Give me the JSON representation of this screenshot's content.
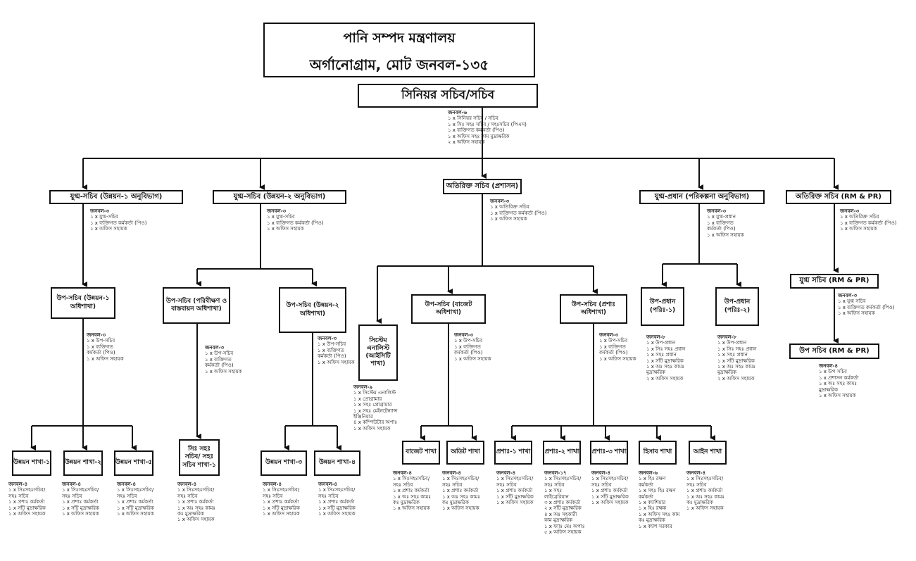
{
  "title": {
    "line1": "পানি সম্পদ মন্ত্রণালয়",
    "line2": "অর্গানোগ্রাম, মোট জনবল-১৩৫"
  },
  "secretary": {
    "label": "সিনিয়র সচিব/সচিব",
    "staff": [
      "জনবল-৬",
      "১ x সিনিয়র সচিব / সচিব",
      "১ x সিঃ সহঃ সচিব / সহঃসচিব (পিএস)",
      "১ x ব্যক্তিগত কর্মকর্তা (পিও)",
      "১ x অফিস সহঃ কাম মুদ্রাক্ষরিক",
      "২ x অফিস সহায়ক"
    ]
  },
  "level2": [
    {
      "label": "যুগ্ম-সচিব (উন্নয়ন-১ অনুবিভাগ)",
      "staff": [
        "জনবল-৩",
        "১ x যুগ্ম-সচিব",
        "১ x ব্যক্তিগত কর্মকর্তা (পিও)",
        "১ x অফিস সহায়ক"
      ]
    },
    {
      "label": "যুগ্ম-সচিব (উন্নয়ন-২ অনুবিভাগ)",
      "staff": [
        "জনবল-৩",
        "১ x যুগ্ম-সচিব",
        "১ x ব্যক্তিগত কর্মকর্তা (পিও)",
        "১ x অফিস সহায়ক"
      ]
    },
    {
      "label": "অতিরিক্ত সচিব (প্রশাসন)",
      "staff": [
        "জনবল-৩",
        "১ x অতিরিক্ত সচিব",
        "১ x ব্যক্তিগত কর্মকর্তা (পিও)",
        "১ x অফিস সহায়ক"
      ]
    },
    {
      "label": "যুগ্ম-প্রধান (পরিকল্পনা অনুবিভাগ)",
      "staff": [
        "জনবল-৩",
        "১ x যুগ্ম-প্রধান",
        "১ x ব্যক্তিগত",
        "কর্মকর্তা (পিও)",
        "১ x অফিস সহায়ক"
      ]
    },
    {
      "label": "অতিরিক্ত সচিব (RM & PR)",
      "staff": [
        "জনবল-৩",
        "১ x অতিরিক্ত সচিব",
        "১ x ব্যক্তিগত কর্মকর্তা (পিও)",
        "১ x অফিস সহায়ক"
      ]
    }
  ],
  "level3": [
    {
      "label": "উপ-সচিব (উন্নয়ন-১ অধিশাখা)",
      "staff": [
        "জনবল-৩",
        "১ x উপ-সচিব",
        "১ x ব্যক্তিগত",
        "কর্মকর্তা (পিও)",
        "১ x অফিস সহায়ক"
      ]
    },
    {
      "label": "উপ-সচিব (পরিবীক্ষণ ও বাস্তবায়ন অধিশাখা)",
      "staff": [
        "জনবল-৩",
        "১ x উপ-সচিব",
        "১ x ব্যক্তিগত",
        "কর্মকর্তা (পিও)",
        "১ x অফিস সহায়ক"
      ]
    },
    {
      "label": "উপ-সচিব (উন্নয়ন-২ অধিশাখা)",
      "staff": [
        "জনবল-৩",
        "১ x উপ-সচিব",
        "১ x ব্যক্তিগত",
        "কর্মকর্তা (পিও)",
        "১ x অফিস সহায়ক"
      ]
    },
    {
      "label": "সিস্টেম এনালিস্ট (আইসিটি শাখা)",
      "staff": [
        "জনবল-৯",
        "১ x সিস্টেম এনালিস্ট",
        "১ x প্রোগ্রামার",
        "১ x সহঃ প্রোগ্রামার",
        "১ x সহঃ মেইনটেন্যান্স",
        "ইঞ্জিনিয়ার",
        "৪ x কম্পিউটার অপাঃ",
        "১ x অফিস সহায়ক"
      ]
    },
    {
      "label": "উপ-সচিব (বাজেট অধিশাখা)",
      "staff": [
        "জনবল-৩",
        "১ x উপ-সচিব",
        "১ x ব্যক্তিগত",
        "কর্মকর্তা (পিও)",
        "১ x অফিস সহায়ক"
      ]
    },
    {
      "label": "উপ-সচিব (প্রশাঃ অধিশাখা)",
      "staff": [
        "জনবল-৩",
        "১ x উপ-সচিব",
        "১ x ব্যক্তিগত",
        "কর্মকর্তা (পিও)",
        "১ x অফিস সহায়ক"
      ]
    },
    {
      "label": "উপ-প্রধান (পরিঃ-১)",
      "staff": [
        "জনবল-৮",
        "১ x উপ-প্রধান",
        "১ x সিঃ সহঃ প্রধান",
        "১ x সহঃ প্রধান",
        "১ x সাঁট মুদ্রাক্ষরিক",
        "১ x অঃ সহঃ কামঃ",
        "মুদ্রাক্ষরিক",
        "২ x অফিস সহায়ক"
      ]
    },
    {
      "label": "উপ-প্রধান (পরিঃ-২)",
      "staff": [
        "জনবল-৮",
        "১ x উপ-প্রধান",
        "১ x সিঃ সহঃ প্রধান",
        "১ x সহঃ প্রধান",
        "১ x সাঁট মুদ্রাক্ষরিক",
        "১ x অঃ সহঃ কামঃ",
        "মুদ্রাক্ষরিক",
        "২ x অফিস সহায়ক"
      ]
    },
    {
      "label": "যুগ্ম সচিব (RM & PR)",
      "staff": [
        "জনবল-৩",
        "১ x যুগ্ম সচিব",
        "১ x ব্যক্তিগত কর্মকর্তা (পিও)",
        "১ x অফিস সহায়ক"
      ]
    },
    {
      "label": "উপ সচিব (RM & PR)",
      "staff": [
        "জনবল-৪",
        "১ x উপ সচিব",
        "১ x প্রশাসন কর্মকর্তা",
        "১ x অঃ সহঃ কামঃ",
        "মুদ্রাক্ষরিক",
        "১ x অফিস সহায়ক"
      ]
    }
  ],
  "branches": [
    {
      "label": "উন্নয়ন শাখা-১",
      "staff": [
        "জনবল-৪",
        "১ x সিঃসহঃসচিব/",
        "সহঃ সচিব",
        "১ x প্রশাঃ কর্মকর্তা",
        "১ x সাঁট মুদ্রাক্ষরিক",
        "১ x অফিস সহায়ক"
      ]
    },
    {
      "label": "উন্নয়ন শাখা-২",
      "staff": [
        "জনবল-৪",
        "১ x সিঃসহঃসচিব/",
        "সহঃ সচিব",
        "১ x প্রশাঃ কর্মকর্তা",
        "১ x সাঁট মুদ্রাক্ষরিক",
        "১ x অফিস সহায়ক"
      ]
    },
    {
      "label": "উন্নয়ন শাখা-৫",
      "staff": [
        "জনবল-৪",
        "১ x সিঃসহঃসচিব/",
        "সহঃ সচিব",
        "১ x প্রশাঃ কর্মকর্তা",
        "১ x সাঁট মুদ্রাক্ষরিক",
        "১ x অফিস সহায়ক"
      ]
    },
    {
      "label": "সিঃ সহঃ সচিব/ সহঃ সচিব শাখা-১",
      "staff": [
        "জনবল-৪",
        "১ x সিঃসহঃসচিব/",
        "সহঃ সচিব",
        "১ x প্রশাঃ কর্মকর্তা",
        "১ x অঃ সহঃ কামঃ",
        "কঃ মুদ্রাক্ষরিক",
        "১ x অফিস সহায়ক"
      ]
    },
    {
      "label": "উন্নয়ন শাখা-৩",
      "staff": [
        "জনবল-৪",
        "১ x সিঃসহঃসচিব/",
        "সহঃ সচিব",
        "১ x প্রশাঃ কর্মকর্তা",
        "১ x সাঁট মুদ্রাক্ষরিক",
        "১ x অফিস সহায়ক"
      ]
    },
    {
      "label": "উন্নয়ন শাখা-৪",
      "staff": [
        "জনবল-৪",
        "১ x সিঃসহঃসচিব/",
        "সহঃ সচিব",
        "১ x প্রশাঃ কর্মকর্তা",
        "১ x সাঁট মুদ্রাক্ষরিক",
        "১ x অফিস সহায়ক"
      ]
    },
    {
      "label": "বাজেট শাখা",
      "staff": [
        "জনবল-৪",
        "১ x সিঃসহঃসচিব/",
        "সহঃ সচিব",
        "১ x প্রশাঃ কর্মকর্তা",
        "১ x অঃ সহঃ কামঃ",
        "কঃ মুদ্রাক্ষরিক",
        "১ x অফিস সহায়ক"
      ]
    },
    {
      "label": "অডিট শাখা",
      "staff": [
        "জনবল-৪",
        "১ x সিঃসহঃসচিব/",
        "সহঃ সচিব",
        "১ x প্রশাঃ কর্মকর্তা",
        "১ x অঃ সহঃ কামঃ",
        "কঃ মুদ্রাক্ষরিক",
        "১ x অফিস সহায়ক"
      ]
    },
    {
      "label": "প্রশাঃ-১ শাখা",
      "staff": [
        "জনবল-৪",
        "১ x সিঃসহঃসচিব/",
        "সহঃ সচিব",
        "১ x প্রশাঃ কর্মকর্তা",
        "১ x সাঁট মুদ্রাক্ষরিক",
        "১ x অফিস সহায়ক"
      ]
    },
    {
      "label": "প্রশাঃ-২ শাখা",
      "staff": [
        "জনবল-১৭",
        "১ x সিঃসহঃসচিব/",
        "সহঃ সচিব",
        "১ x সহঃ",
        "লাইব্রেরিয়ান",
        "৩ x প্রশাঃ কর্মকর্তা",
        "২ x সাঁট মুদ্রাক্ষরিক",
        "৪ x অঃ সহকারী",
        "কাম মুদ্রাক্ষরিক",
        "১ x ফ্যাঃ মেঃ অপাঃ",
        "৫ x অফিস সহায়ক"
      ]
    },
    {
      "label": "প্রশাঃ-৩ শাখা",
      "staff": [
        "জনবল-৪",
        "১ x সিঃসহঃসচিব/",
        "সহঃ সচিব",
        "১ x প্রশাঃ কর্মকর্তা",
        "১ x সাঁট মুদ্রাক্ষরিক",
        "১ x অফিস সহায়ক"
      ]
    },
    {
      "label": "হিসাব শাখা",
      "staff": [
        "জনবল-৬",
        "১ x হিঃ রক্ষণ",
        "কর্মকর্তা",
        "১ x সহঃ হিঃ রক্ষণ",
        "কর্মকর্তা",
        "১ x ক্যাশিয়ার",
        "১ x হিঃ রক্ষক",
        "১ x অফিস সহঃ কাম",
        "কঃ মুদ্রাক্ষরিক",
        "১ x ক্যাশ সরকার"
      ]
    },
    {
      "label": "আইন শাখা",
      "staff": [
        "জনবল-৪",
        "১ x সিঃসহঃসচিব/",
        "সহঃ সচিব",
        "১ x প্রশাঃ কর্মকর্তা",
        "১ x অঃ সহঃ কামঃ",
        "কঃ মুদ্রাক্ষরিক",
        "১ x অফিস সহায়ক"
      ]
    }
  ]
}
